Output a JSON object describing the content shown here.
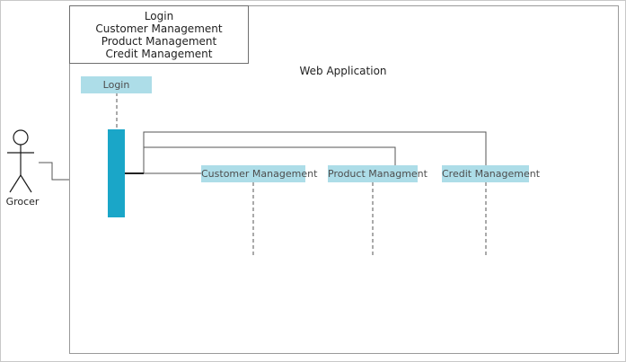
{
  "note": {
    "lines": [
      "Login",
      "Customer Management",
      "Product Management",
      "Credit Management"
    ]
  },
  "frame": {
    "title": "Web Application"
  },
  "actor": {
    "label": "Grocer"
  },
  "lifelines": {
    "login": "Login",
    "customer": "Customer Management",
    "product": "Product Managment",
    "credit": "Credit Management"
  },
  "colors": {
    "lifeline_fill": "#addde8",
    "activation_fill": "#1aa6c8",
    "line": "#555555"
  }
}
